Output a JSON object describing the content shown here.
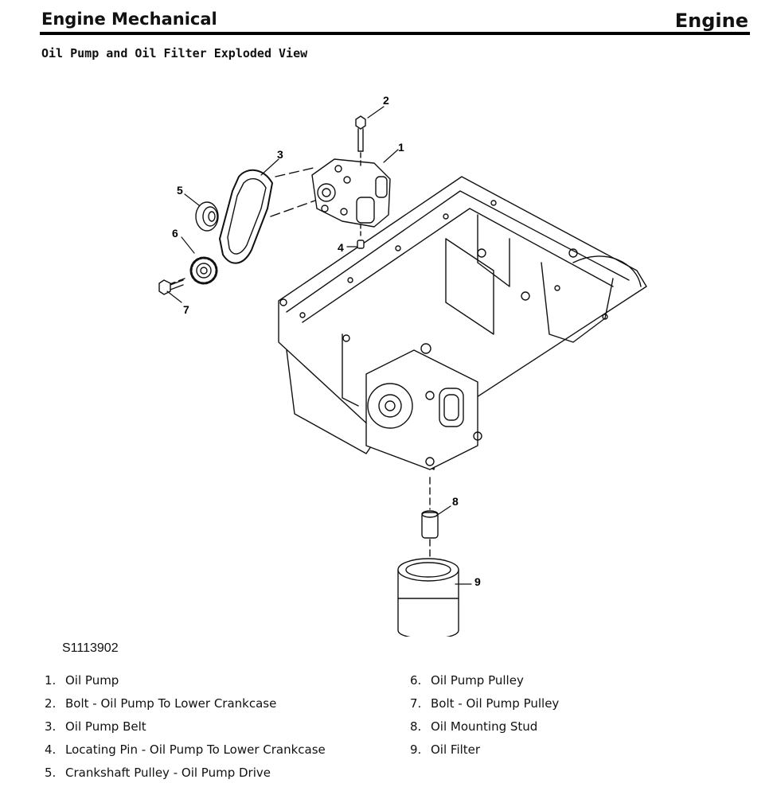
{
  "header": {
    "section": "Engine Mechanical",
    "chapter": "Engine"
  },
  "subtitle": "Oil Pump and Oil Filter Exploded View",
  "figure_id": "S1113902",
  "callouts": [
    "1",
    "2",
    "3",
    "4",
    "5",
    "6",
    "7",
    "8",
    "9"
  ],
  "legend": {
    "col1": [
      {
        "num": "1.",
        "text": "Oil Pump"
      },
      {
        "num": "2.",
        "text": "Bolt - Oil Pump To Lower Crankcase"
      },
      {
        "num": "3.",
        "text": "Oil Pump Belt"
      },
      {
        "num": "4.",
        "text": "Locating Pin - Oil Pump To Lower Crankcase"
      },
      {
        "num": "5.",
        "text": "Crankshaft Pulley - Oil Pump Drive"
      }
    ],
    "col2": [
      {
        "num": "6.",
        "text": "Oil Pump Pulley"
      },
      {
        "num": "7.",
        "text": "Bolt - Oil Pump Pulley"
      },
      {
        "num": "8.",
        "text": "Oil Mounting Stud"
      },
      {
        "num": "9.",
        "text": "Oil Filter"
      }
    ]
  }
}
